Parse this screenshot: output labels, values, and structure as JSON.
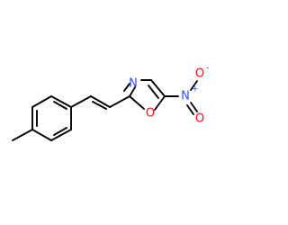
{
  "molecule": {
    "atoms": {
      "ring_n": {
        "symbol": "N",
        "color": "#3050f8"
      },
      "ring_o": {
        "symbol": "O",
        "color": "#ff0d0d"
      },
      "nitro_n": {
        "symbol": "N",
        "charge": "+",
        "color": "#3050f8"
      },
      "nitro_o_top": {
        "symbol": "O",
        "charge": "-",
        "color": "#ff0d0d"
      },
      "nitro_o_bottom": {
        "symbol": "O",
        "color": "#ff0d0d"
      }
    },
    "bond_color": "#000000"
  }
}
